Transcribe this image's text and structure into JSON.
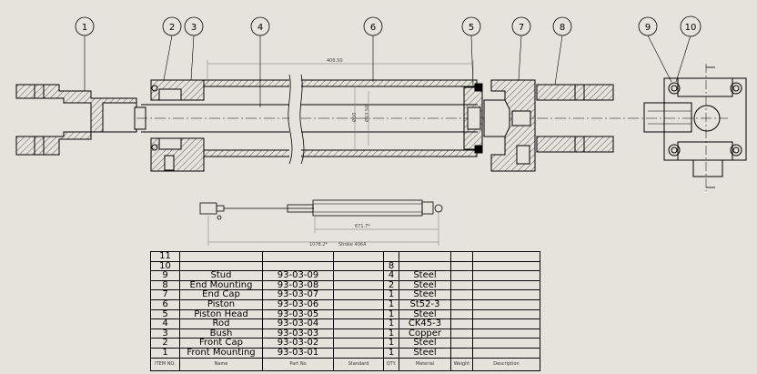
{
  "balloons": [
    "1",
    "2",
    "3",
    "4",
    "5",
    "6",
    "7",
    "8",
    "9",
    "10"
  ],
  "dimensions": {
    "stroke_length": "406.50",
    "bore": "Ø50",
    "rod_outer": "Ø63.50",
    "mini_length": "671.7*",
    "mini_total": "1078.2*",
    "mini_stroke": "Stroke 406A"
  },
  "bom": {
    "headers": [
      "ITEM NO.",
      "Name",
      "Part No",
      "Standard",
      "QTY.",
      "Material",
      "Weight",
      "Description"
    ],
    "rows": [
      {
        "item": "11",
        "name": "",
        "part": "",
        "std": "",
        "qty": "",
        "mat": "",
        "wt": "",
        "desc": ""
      },
      {
        "item": "10",
        "name": "",
        "part": "",
        "std": "",
        "qty": "8",
        "mat": "",
        "wt": "",
        "desc": ""
      },
      {
        "item": "9",
        "name": "Stud",
        "part": "93-03-09",
        "std": "",
        "qty": "4",
        "mat": "Steel",
        "wt": "",
        "desc": ""
      },
      {
        "item": "8",
        "name": "End Mounting",
        "part": "93-03-08",
        "std": "",
        "qty": "2",
        "mat": "Steel",
        "wt": "",
        "desc": ""
      },
      {
        "item": "7",
        "name": "End Cap",
        "part": "93-03-07",
        "std": "",
        "qty": "1",
        "mat": "Steel",
        "wt": "",
        "desc": ""
      },
      {
        "item": "6",
        "name": "Piston",
        "part": "93-03-06",
        "std": "",
        "qty": "1",
        "mat": "St52-3",
        "wt": "",
        "desc": ""
      },
      {
        "item": "5",
        "name": "Piston Head",
        "part": "93-03-05",
        "std": "",
        "qty": "1",
        "mat": "Steel",
        "wt": "",
        "desc": ""
      },
      {
        "item": "4",
        "name": "Rod",
        "part": "93-03-04",
        "std": "",
        "qty": "1",
        "mat": "CK45-3",
        "wt": "",
        "desc": ""
      },
      {
        "item": "3",
        "name": "Bush",
        "part": "93-03-03",
        "std": "",
        "qty": "1",
        "mat": "Copper",
        "wt": "",
        "desc": ""
      },
      {
        "item": "2",
        "name": "Front Cap",
        "part": "93-03-02",
        "std": "",
        "qty": "1",
        "mat": "Steel",
        "wt": "",
        "desc": ""
      },
      {
        "item": "1",
        "name": "Front Mounting",
        "part": "93-03-01",
        "std": "",
        "qty": "1",
        "mat": "Steel",
        "wt": "",
        "desc": ""
      }
    ]
  }
}
